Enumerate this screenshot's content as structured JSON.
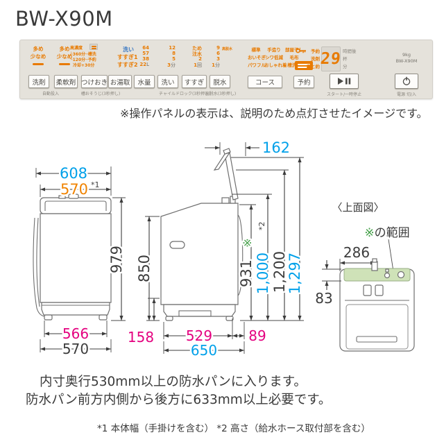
{
  "title": "BW-X90M",
  "colors": {
    "accent_orange": "#e87a00",
    "dim_cyan": "#00a0e9",
    "dim_orange": "#f08300",
    "dim_magenta": "#e4007f",
    "dim_green": "#45a049",
    "panel_bg": "#e5e2db",
    "range_green": "#cfe2b8"
  },
  "panel": {
    "detergent": {
      "more": "多め",
      "less": "少なめ",
      "button": "洗剤"
    },
    "softener": {
      "more": "多め",
      "less": "少なめ",
      "button": "柔軟剤"
    },
    "auto_label": "自動投入",
    "soak": {
      "line1": "高濃度",
      "line2": "├360分─槽洗",
      "line3": "└120分─予約",
      "line4": "冷却+30分",
      "button": "つけおき",
      "sub": "槽おそうじ(3秒押し)"
    },
    "hot_water": {
      "i1": "洗い",
      "i2": "すすぎ1",
      "i3": "すすぎ2",
      "button": "お湯取"
    },
    "water": {
      "i1": "64",
      "i2": "57",
      "i3": "38",
      "i4": "22",
      "i4u": "L",
      "button": "水量"
    },
    "wash": {
      "i1": "12",
      "i2": "8",
      "i3": "5",
      "i4": "3",
      "i4u": "分",
      "button": "洗い",
      "sub": "チャイルドロック(3秒押し)"
    },
    "rinse": {
      "i1": "ため",
      "i2": "注水",
      "i3": "2",
      "i4": "1",
      "i4u": "回",
      "button": "すすぎ"
    },
    "spin": {
      "i1": "9",
      "i1b": "高脱水",
      "i2": "6",
      "i3": "3",
      "i4": "1",
      "i4u": "分",
      "button": "脱水",
      "sub": "高脱水(3秒押し)"
    },
    "course": {
      "items": [
        "標準",
        "手造り",
        "部屋干し",
        "おいそぎ",
        "シワ低減",
        "毛布",
        "パワフル",
        "おしゃれ着",
        "槽洗浄"
      ],
      "button": "コース"
    },
    "reserve": {
      "l1": "予約",
      "l2": "洗剤",
      "l3": "あと約",
      "value": "29",
      "u1": "時間後",
      "u2": "杯",
      "u3": "分",
      "button": "予約"
    },
    "start": {
      "sub": "スタート/一時停止"
    },
    "power": {
      "capacity": "9kg",
      "model": "BW-X90M",
      "sub": "電源 切/入"
    }
  },
  "note": "※操作パネルの表示は、説明のため点灯させたイメージです。",
  "front_view": {
    "w_outer": "608",
    "w_body": "570",
    "ref1": "*1",
    "height": "979",
    "w_base": "566",
    "w_bottom": "570"
  },
  "side_view": {
    "lid": "162",
    "h_front": "850",
    "h_rear": "931",
    "mark": "※",
    "ref2": "*2",
    "h_hose": "1,000",
    "h_lid_mid": "1,200",
    "h_lid_top": "1,297",
    "base_h": "158",
    "d_base": "529",
    "d_rear": "89",
    "d_total": "650"
  },
  "top_view": {
    "caption": "〈上面図〉",
    "range_mark": "※",
    "range_label": "の範囲",
    "width": "286",
    "depth": "83"
  },
  "footer": {
    "line1": "内寸奥行530mm以上の防水パンに入ります。",
    "line2": "防水パン前方内側から後方に633mm以上必要です。",
    "notes": "*1 本体幅（手掛けを含む） *2 高さ（給水ホース取付部を含む）"
  }
}
